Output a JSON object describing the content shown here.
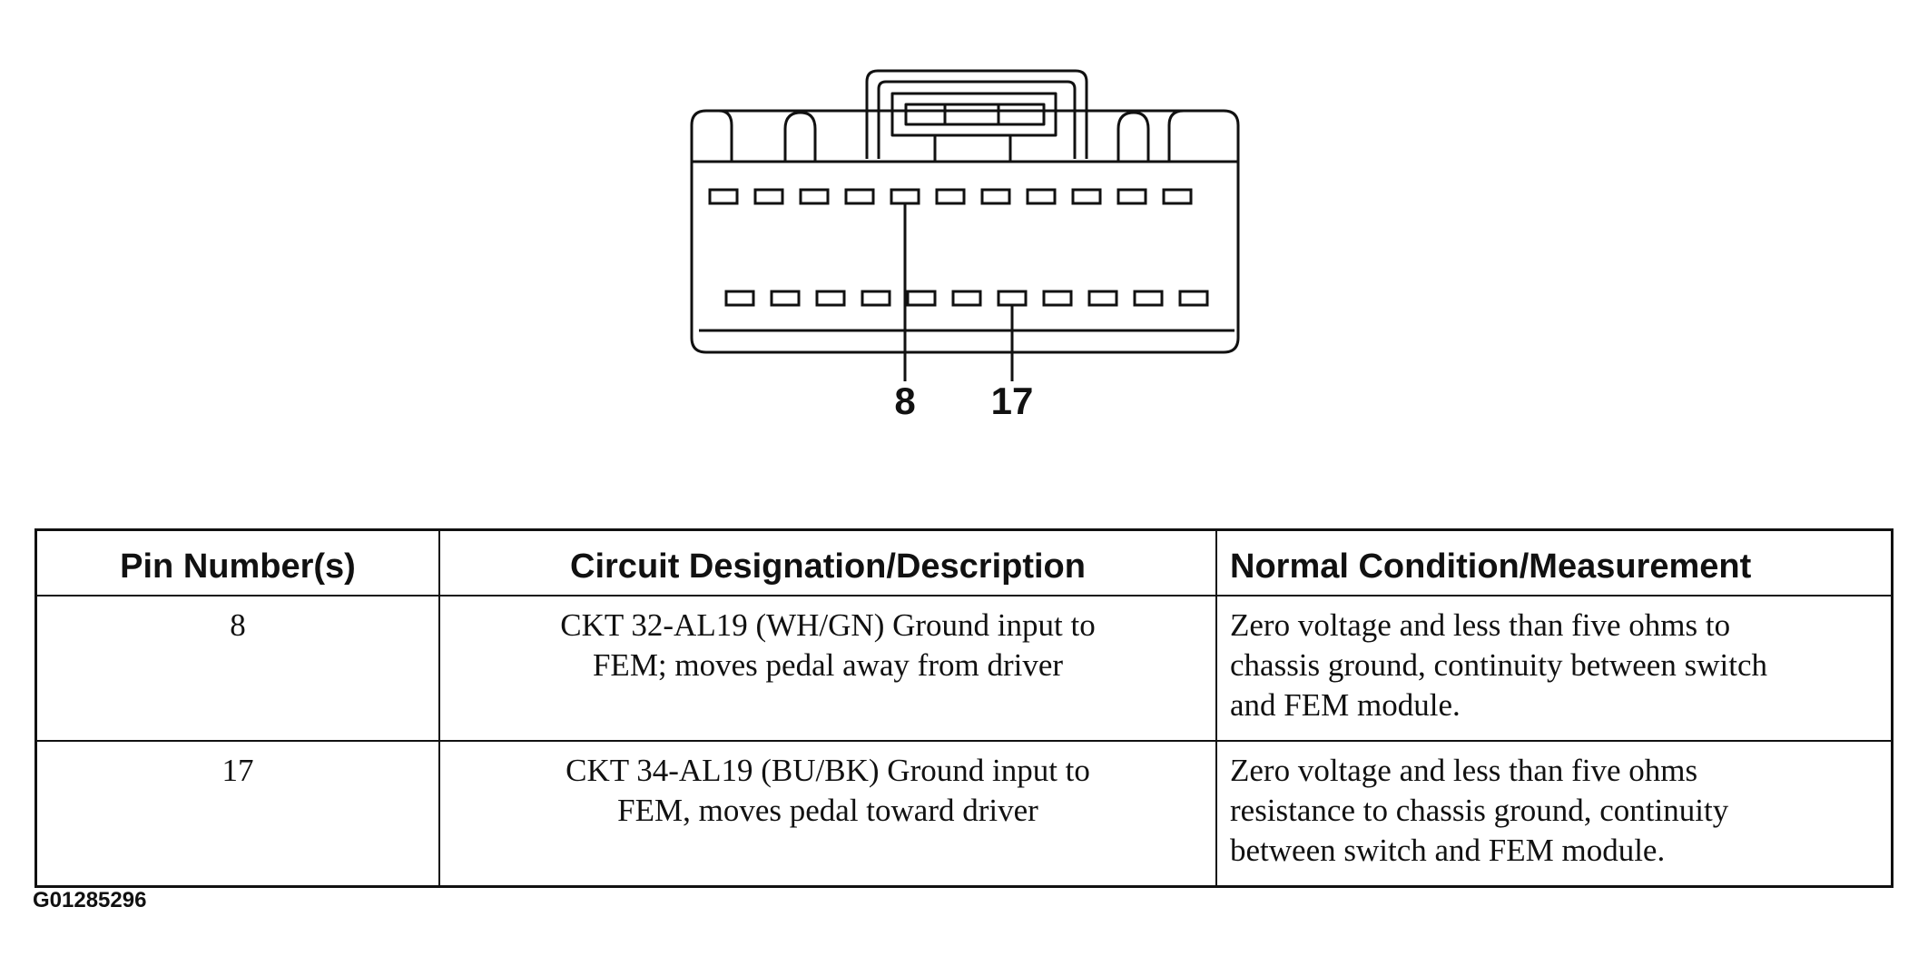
{
  "diagram": {
    "callouts": [
      {
        "label": "8",
        "row": "top",
        "position": 4
      },
      {
        "label": "17",
        "row": "bottom",
        "position": 6
      }
    ],
    "top_row_cavities": 11,
    "bottom_row_cavities": 11
  },
  "table": {
    "headers": [
      "Pin Number(s)",
      "Circuit Designation/Description",
      "Normal Condition/Measurement"
    ],
    "rows": [
      {
        "pin": "8",
        "circuit": [
          "CKT 32-AL19 (WH/GN) Ground input to",
          "FEM; moves pedal away from driver"
        ],
        "normal": [
          "Zero voltage and less than five ohms to",
          "chassis ground, continuity between switch",
          "and FEM module."
        ]
      },
      {
        "pin": "17",
        "circuit": [
          "CKT 34-AL19 (BU/BK) Ground input to",
          "FEM, moves pedal toward driver"
        ],
        "normal": [
          "Zero voltage and less than five ohms",
          "resistance to chassis ground, continuity",
          "between switch and FEM module."
        ]
      }
    ]
  },
  "figure_id": "G01285296"
}
